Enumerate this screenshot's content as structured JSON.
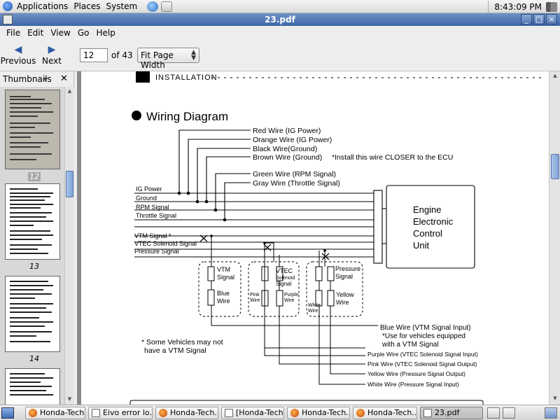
{
  "panel": {
    "menus": [
      "Applications",
      "Places",
      "System"
    ],
    "clock": "8:43:09 PM"
  },
  "window": {
    "title": "23.pdf"
  },
  "menubar": [
    "File",
    "Edit",
    "View",
    "Go",
    "Help"
  ],
  "toolbar": {
    "previous_label": "Previous",
    "next_label": "Next",
    "page_value": "12",
    "page_of": "of 43",
    "zoom_value": "Fit Page Width"
  },
  "sidebar": {
    "title": "Thumbnails",
    "pages": [
      "12",
      "13",
      "14"
    ]
  },
  "document": {
    "section": "INSTALLATION",
    "heading": "Wiring Diagram",
    "top_wires": [
      "Red Wire (IG Power)",
      "Orange Wire (IG Power)",
      "Black Wire(Ground)",
      "Brown Wire (Ground)",
      "Green Wire (RPM Signal)",
      "Gray Wire (Throttle Signal)"
    ],
    "install_note": "*Install this wire CLOSER to the ECU",
    "harness_signals": [
      "IG Power",
      "Ground",
      "RPM Signal",
      "Throttle Signal",
      "VTM Signal *",
      "VTEC Solenoid Signal",
      "Pressure Signal"
    ],
    "ecu_lines": [
      "Engine",
      "Electronic",
      "Control",
      "Unit"
    ],
    "box1": {
      "top": [
        "VTM",
        "Signal"
      ],
      "bottom": [
        "Blue",
        "Wire"
      ]
    },
    "box2": {
      "top": [
        "VTEC",
        "Solenoid",
        "Signal"
      ],
      "left": [
        "Pink",
        "Wire"
      ],
      "right": [
        "Purple",
        "Wire"
      ]
    },
    "box3": {
      "top": [
        "Pressure",
        "Signal"
      ],
      "left": [
        "White",
        "Wire"
      ],
      "right": [
        "Yellow",
        "Wire"
      ]
    },
    "vehicle_note": [
      "* Some Vehicles may not",
      "have a VTM Signal"
    ],
    "bottom_wires": [
      "Blue Wire (VTM Signal Input)",
      "*Use for vehicles equipped",
      "with a VTM Signal",
      "Purple Wire (VTEC Solenoid Signal Input)",
      "Pink Wire (VTEC Solenoid Signal Output)",
      "Yellow Wire (Pressure Signal Output)",
      "White Wire (Pressure Signal Input)"
    ]
  },
  "taskbar": {
    "items": [
      "Honda-Tech...",
      "Eivo error lo...",
      "Honda-Tech...",
      "[Honda-Tech...",
      "Honda-Tech...",
      "Honda-Tech...",
      "23.pdf"
    ]
  },
  "colors": {
    "titlebar": "#3d66a8",
    "scroll_thumb": "#7fa2d6",
    "viewer_bg": "#8a8a8a"
  }
}
